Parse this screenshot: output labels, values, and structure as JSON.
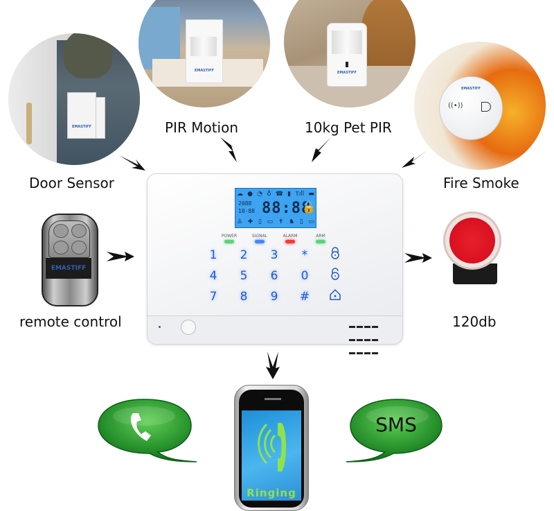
{
  "sensors": {
    "door": {
      "label": "Door Sensor",
      "brand": "EMASTIFF"
    },
    "pir": {
      "label": "PIR Motion",
      "brand": "EMASTIFF"
    },
    "pet_pir": {
      "label": "10kg Pet PIR",
      "brand": "EMASTIFF"
    },
    "fire": {
      "label": "Fire Smoke",
      "brand": "EMASTIFF"
    }
  },
  "remote": {
    "label": "remote control",
    "brand": "EMASTIFF"
  },
  "siren": {
    "label": "120db"
  },
  "panel": {
    "lcd": {
      "time": "88:88",
      "date_top": "2088",
      "date_bottom": "18-88",
      "lock_glyph": "🔓",
      "top_icons": [
        "☁",
        "●",
        "◔",
        "♁",
        "☎",
        "▮",
        "Ⲧıll",
        "▬"
      ],
      "bottom_icons": [
        "♙",
        "✚",
        "▯",
        "▭",
        "✝",
        "♞",
        "▯",
        "▭"
      ]
    },
    "leds": [
      {
        "label": "POWER",
        "color": "#5fd07a"
      },
      {
        "label": "SIGNAL",
        "color": "#4b86f0"
      },
      {
        "label": "ALARM",
        "color": "#f03a3a"
      },
      {
        "label": "ARM",
        "color": "#5fd07a"
      }
    ],
    "keys": [
      [
        "1",
        "2",
        "3",
        "*",
        "arm-lock-icon"
      ],
      [
        "4",
        "5",
        "6",
        "0",
        "disarm-unlock-icon"
      ],
      [
        "7",
        "8",
        "9",
        "#",
        "home-arm-icon"
      ]
    ]
  },
  "notifications": {
    "call_bubble": {
      "icon": "phone-handset-icon"
    },
    "sms_bubble": {
      "label": "SMS"
    },
    "phone_screen": {
      "label": "Ringing"
    }
  },
  "colors": {
    "bubble_green": "#1f9a2a",
    "key_blue": "#1f58d6",
    "lcd_blue": "#3ea3f0",
    "siren_red": "#d91020",
    "ringing_green": "#8fe34a"
  }
}
